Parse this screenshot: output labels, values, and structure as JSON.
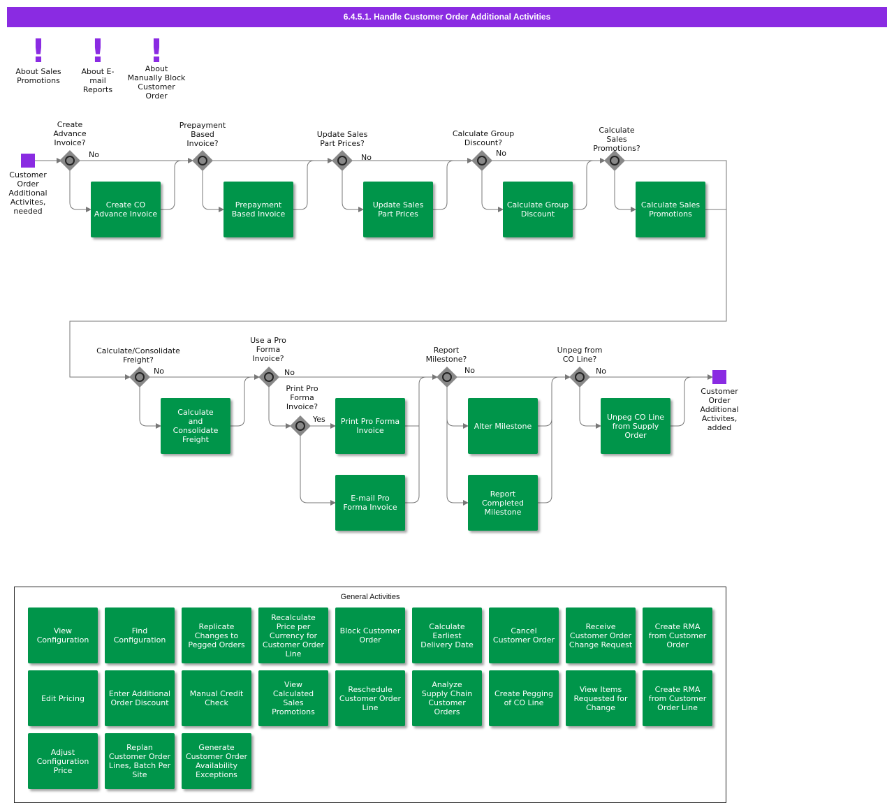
{
  "title": "6.4.5.1. Handle Customer Order Additional Activities",
  "notes": [
    {
      "lines": [
        "About Sales",
        "Promotions"
      ]
    },
    {
      "lines": [
        "About E-",
        "mail",
        "Reports"
      ]
    },
    {
      "lines": [
        "About",
        "Manually Block",
        "Customer",
        "Order"
      ]
    }
  ],
  "events": {
    "start": {
      "lines": [
        "Customer",
        "Order",
        "Additional",
        "Activites,",
        "needed"
      ]
    },
    "end": {
      "lines": [
        "Customer",
        "Order",
        "Additional",
        "Activites,",
        "added"
      ]
    }
  },
  "gateways": [
    {
      "lines": [
        "Create",
        "Advance",
        "Invoice?"
      ]
    },
    {
      "lines": [
        "Prepayment",
        "Based",
        "Invoice?"
      ]
    },
    {
      "lines": [
        "Update Sales",
        "Part Prices?"
      ]
    },
    {
      "lines": [
        "Calculate Group",
        "Discount?"
      ]
    },
    {
      "lines": [
        "Calculate",
        "Sales",
        "Promotions?"
      ]
    },
    {
      "lines": [
        "Calculate/Consolidate",
        "Freight?"
      ]
    },
    {
      "lines": [
        "Use a Pro",
        "Forma",
        "Invoice?"
      ]
    },
    {
      "lines": [
        "Print Pro",
        "Forma",
        "Invoice?"
      ]
    },
    {
      "lines": [
        "Report",
        "Milestone?"
      ]
    },
    {
      "lines": [
        "Unpeg from",
        "CO Line?"
      ]
    }
  ],
  "flow_labels": {
    "no": "No",
    "yes": "Yes"
  },
  "tasks": [
    {
      "lines": [
        "Create CO",
        "Advance Invoice"
      ]
    },
    {
      "lines": [
        "Prepayment",
        "Based Invoice"
      ]
    },
    {
      "lines": [
        "Update Sales",
        "Part Prices"
      ]
    },
    {
      "lines": [
        "Calculate Group",
        "Discount"
      ]
    },
    {
      "lines": [
        "Calculate Sales",
        "Promotions"
      ]
    },
    {
      "lines": [
        "Calculate",
        "and",
        "Consolidate",
        "Freight"
      ]
    },
    {
      "lines": [
        "Print Pro Forma",
        "Invoice"
      ]
    },
    {
      "lines": [
        "E-mail Pro",
        "Forma Invoice"
      ]
    },
    {
      "lines": [
        "Alter Milestone"
      ]
    },
    {
      "lines": [
        "Report",
        "Completed",
        "Milestone"
      ]
    },
    {
      "lines": [
        "Unpeg CO Line",
        "from Supply",
        "Order"
      ]
    }
  ],
  "general": {
    "title": "General Activities",
    "items": [
      {
        "lines": [
          "View",
          "Configuration"
        ]
      },
      {
        "lines": [
          "Find",
          "Configuration"
        ]
      },
      {
        "lines": [
          "Replicate",
          "Changes to",
          "Pegged Orders"
        ]
      },
      {
        "lines": [
          "Recalculate",
          "Price per",
          "Currency for",
          "Customer Order",
          "Line"
        ]
      },
      {
        "lines": [
          "Block Customer",
          "Order"
        ]
      },
      {
        "lines": [
          "Calculate",
          "Earliest",
          "Delivery Date"
        ]
      },
      {
        "lines": [
          "Cancel",
          "Customer Order"
        ]
      },
      {
        "lines": [
          "Receive",
          "Customer Order",
          "Change Request"
        ]
      },
      {
        "lines": [
          "Create RMA",
          "from Customer",
          "Order"
        ]
      },
      {
        "lines": [
          "Edit Pricing"
        ]
      },
      {
        "lines": [
          "Enter Additional",
          "Order Discount"
        ]
      },
      {
        "lines": [
          "Manual Credit",
          "Check"
        ]
      },
      {
        "lines": [
          "View",
          "Calculated",
          "Sales",
          "Promotions"
        ]
      },
      {
        "lines": [
          "Reschedule",
          "Customer Order",
          "Line"
        ]
      },
      {
        "lines": [
          "Analyze",
          "Supply Chain",
          "Customer",
          "Orders"
        ]
      },
      {
        "lines": [
          "Create Pegging",
          "of CO Line"
        ]
      },
      {
        "lines": [
          "View Items",
          "Requested for",
          "Change"
        ]
      },
      {
        "lines": [
          "Create RMA",
          "from Customer",
          "Order Line"
        ]
      },
      {
        "lines": [
          "Adjust",
          "Configuration",
          "Price"
        ]
      },
      {
        "lines": [
          "Replan",
          "Customer Order",
          "Lines, Batch Per",
          "Site"
        ]
      },
      {
        "lines": [
          "Generate",
          "Customer Order",
          "Availability",
          "Exceptions"
        ]
      }
    ]
  },
  "colors": {
    "title_bar": "#8a2be2",
    "task": "#00954a",
    "event": "#8a2be2",
    "gateway": "#888888",
    "connector": "#777777"
  }
}
